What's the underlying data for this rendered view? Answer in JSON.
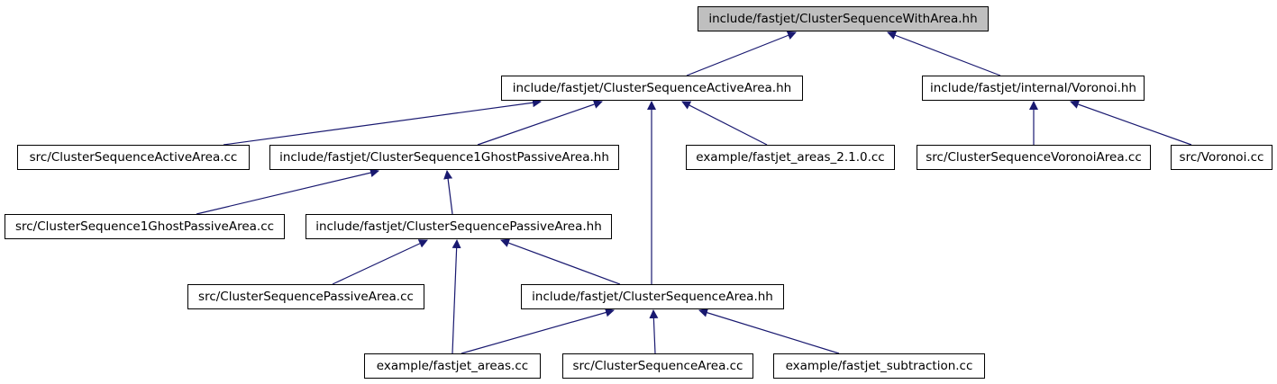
{
  "colors": {
    "edge": "#191970",
    "node_border": "#000000",
    "node_fill": "#ffffff",
    "root_fill": "#bfbfbf"
  },
  "graph": {
    "nodes": [
      {
        "id": "n0",
        "label": "include/fastjet/ClusterSequenceWithArea.hh"
      },
      {
        "id": "n1",
        "label": "include/fastjet/ClusterSequenceActiveArea.hh"
      },
      {
        "id": "n2",
        "label": "include/fastjet/internal/Voronoi.hh"
      },
      {
        "id": "n3",
        "label": "src/ClusterSequenceActiveArea.cc"
      },
      {
        "id": "n4",
        "label": "include/fastjet/ClusterSequence1GhostPassiveArea.hh"
      },
      {
        "id": "n5",
        "label": "example/fastjet_areas_2.1.0.cc"
      },
      {
        "id": "n6",
        "label": "src/ClusterSequenceVoronoiArea.cc"
      },
      {
        "id": "n7",
        "label": "src/Voronoi.cc"
      },
      {
        "id": "n8",
        "label": "src/ClusterSequence1GhostPassiveArea.cc"
      },
      {
        "id": "n9",
        "label": "include/fastjet/ClusterSequencePassiveArea.hh"
      },
      {
        "id": "n10",
        "label": "src/ClusterSequencePassiveArea.cc"
      },
      {
        "id": "n11",
        "label": "include/fastjet/ClusterSequenceArea.hh"
      },
      {
        "id": "n12",
        "label": "example/fastjet_areas.cc"
      },
      {
        "id": "n13",
        "label": "src/ClusterSequenceArea.cc"
      },
      {
        "id": "n14",
        "label": "example/fastjet_subtraction.cc"
      }
    ],
    "edges": [
      {
        "from": "n1",
        "to": "n0"
      },
      {
        "from": "n2",
        "to": "n0"
      },
      {
        "from": "n3",
        "to": "n1"
      },
      {
        "from": "n4",
        "to": "n1"
      },
      {
        "from": "n5",
        "to": "n1"
      },
      {
        "from": "n11",
        "to": "n1"
      },
      {
        "from": "n6",
        "to": "n2"
      },
      {
        "from": "n7",
        "to": "n2"
      },
      {
        "from": "n8",
        "to": "n4"
      },
      {
        "from": "n9",
        "to": "n4"
      },
      {
        "from": "n10",
        "to": "n9"
      },
      {
        "from": "n11",
        "to": "n9"
      },
      {
        "from": "n12",
        "to": "n9"
      },
      {
        "from": "n12",
        "to": "n11"
      },
      {
        "from": "n13",
        "to": "n11"
      },
      {
        "from": "n14",
        "to": "n11"
      }
    ]
  }
}
